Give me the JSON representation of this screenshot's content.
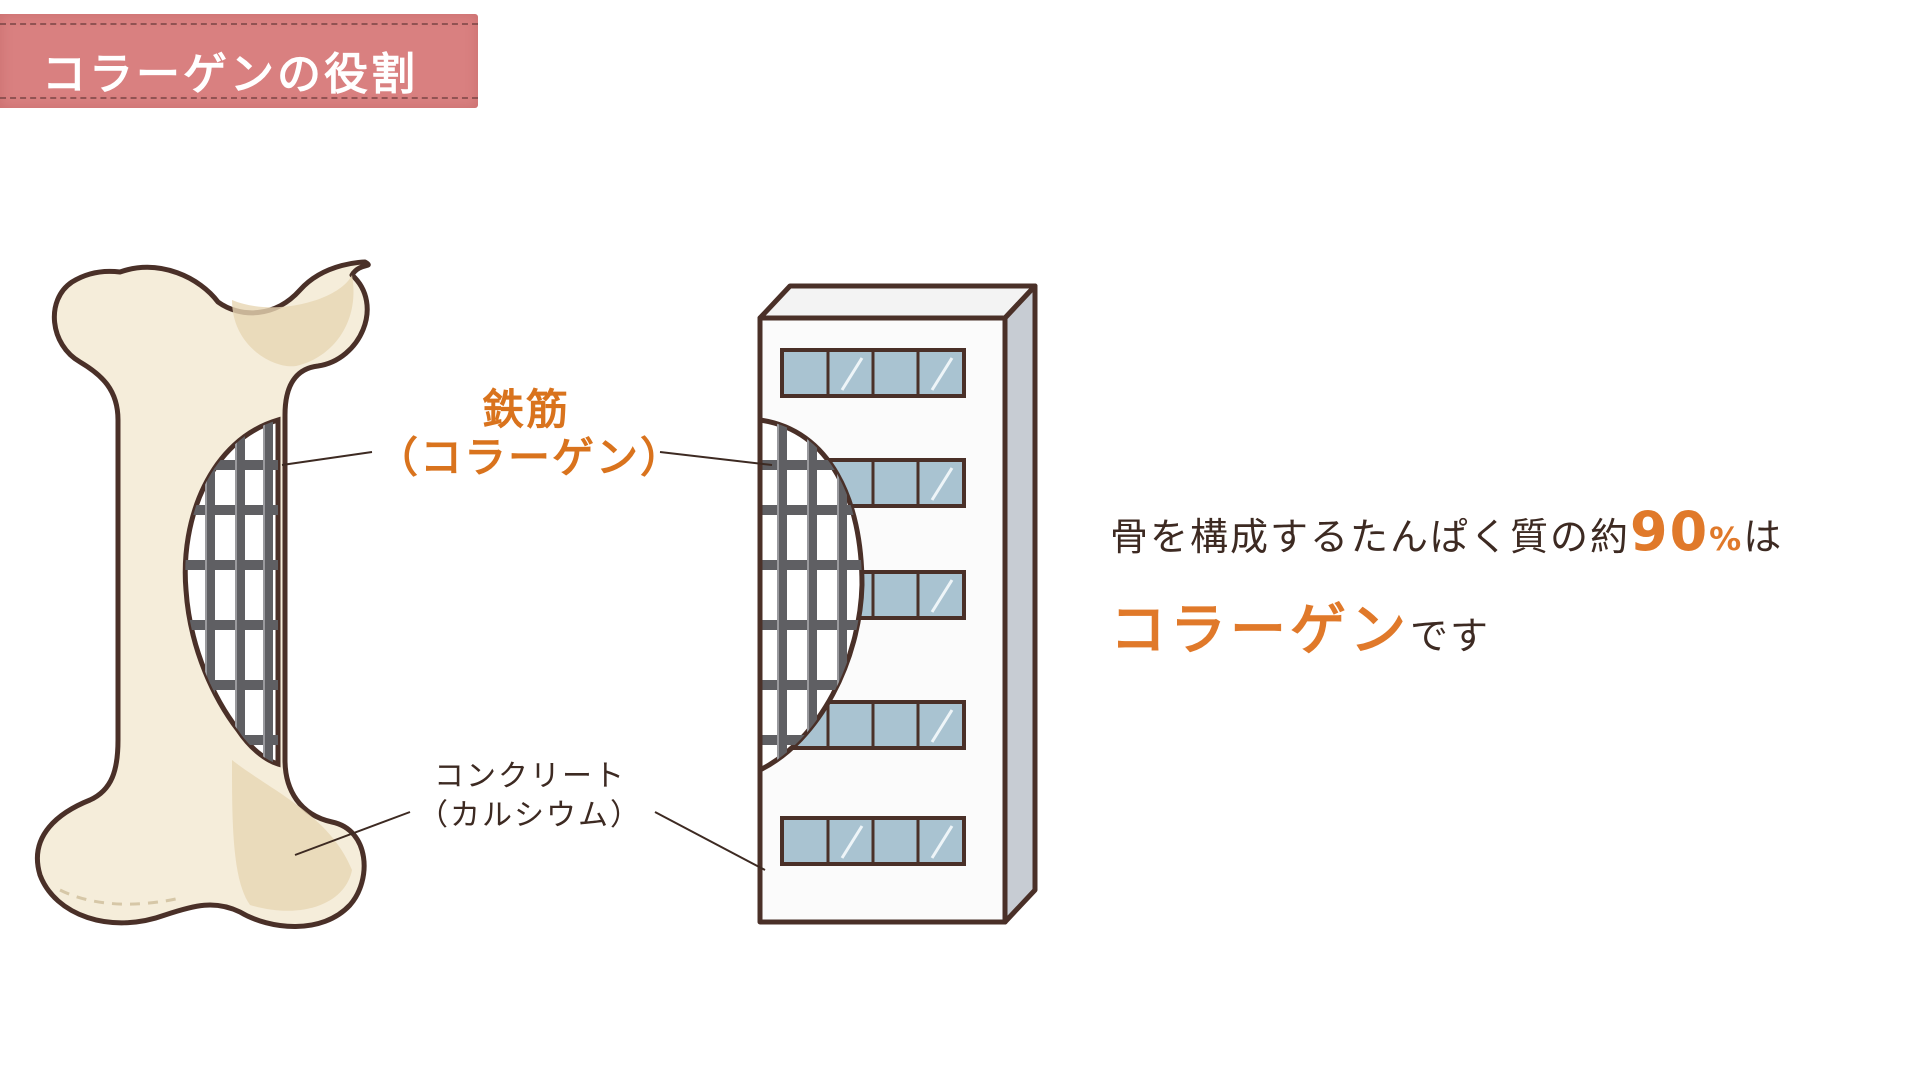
{
  "title": "コラーゲンの役割",
  "labels": {
    "rebar": "鉄筋",
    "rebar_sub": "（コラーゲン）",
    "concrete": "コンクリート",
    "concrete_sub": "（カルシウム）"
  },
  "statement": {
    "prefix": "骨を構成するたんぱく質の約",
    "percent_value": "90",
    "percent_sign": "%",
    "suffix": "は",
    "highlight": "コラーゲン",
    "tail": "です"
  },
  "colors": {
    "banner": "#d98080",
    "accent_orange": "#e0792a",
    "highlight_yellow": "#fdf2c4",
    "bone_fill": "#f5edda",
    "bone_outline": "#4a3028",
    "rebar_grey": "#6f6f72",
    "window_blue": "#a9c3d1",
    "building_side": "#c7ccd3",
    "text_dark": "#3d2a22"
  },
  "icons": {
    "bone": "bone-illustration",
    "building": "building-illustration"
  }
}
